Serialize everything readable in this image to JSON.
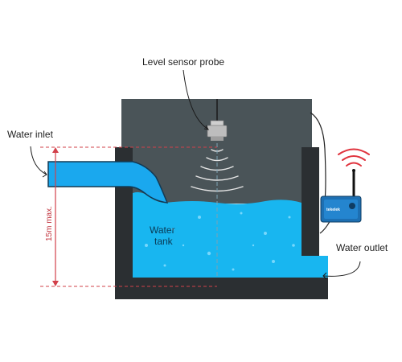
{
  "labels": {
    "probe": "Level sensor probe",
    "inlet": "Water inlet",
    "outlet": "Water outlet",
    "tank_line1": "Water",
    "tank_line2": "tank",
    "max_height": "15m max.",
    "device": "tekelek"
  },
  "colors": {
    "wall": "#2b2f32",
    "enclosure": "#4a5458",
    "water": "#18b6f0",
    "water_deep": "#10a6e4",
    "pipe": "#1aa8ee",
    "dimension": "#d2404a",
    "signal": "#e0343e",
    "label_text": "#1e1e1e"
  },
  "icons": [
    "sensor-probe-icon",
    "wifi-signal-icon",
    "transmitter-device-icon",
    "antenna-icon"
  ]
}
